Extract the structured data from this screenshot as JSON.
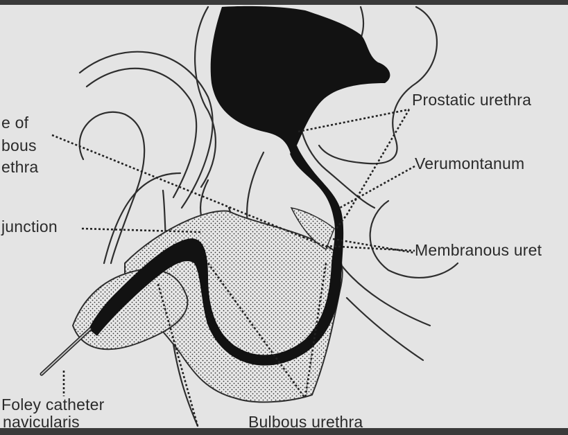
{
  "labels": {
    "prostatic_urethra": "Prostatic urethra",
    "verumontanum": "Verumontanum",
    "membranous": "Membranous uret",
    "junction": "junction",
    "left_cut_1": "e of",
    "left_cut_2": "bous",
    "left_cut_3": "ethra",
    "foley": "Foley catheter",
    "navicularis": "navicularis",
    "bulbous": "Bulbous urethra"
  }
}
